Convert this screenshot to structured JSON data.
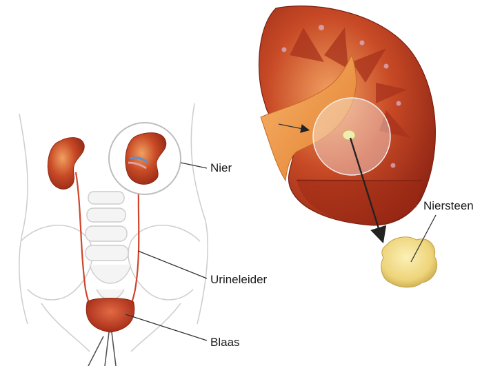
{
  "labels": {
    "kidney": "Nier",
    "ureter": "Urineleider",
    "bladder": "Blaas",
    "kidney_stone": "Niersteen"
  },
  "colors": {
    "kidney_red": "#b2321c",
    "kidney_orange": "#e8863a",
    "stone_yellow": "#f2e08a",
    "outline_gray": "#c8c8c8",
    "leader_line": "#333333"
  },
  "icons": {
    "body_outline": "torso-outline-icon",
    "kidney_cross_section": "kidney-cross-section-icon",
    "kidney_stone": "kidney-stone-icon"
  }
}
